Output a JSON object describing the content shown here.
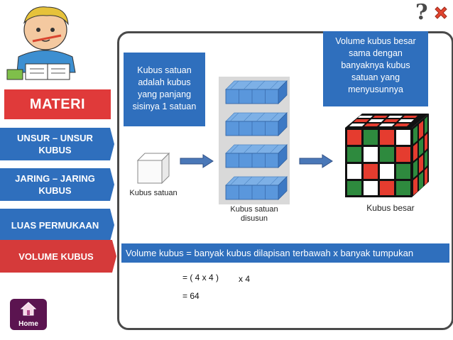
{
  "nav": {
    "header": "MATERI",
    "items": [
      {
        "label": "UNSUR – UNSUR KUBUS",
        "active": false
      },
      {
        "label": "JARING – JARING KUBUS",
        "active": false
      },
      {
        "label": "LUAS PERMUKAAN",
        "active": false
      },
      {
        "label": "VOLUME KUBUS",
        "active": true
      }
    ],
    "home_label": "Home"
  },
  "callouts": {
    "unit": "Kubus satuan adalah kubus yang panjang sisinya 1 satuan",
    "big": "Volume kubus besar sama dengan banyaknya kubus satuan yang menyusunnya"
  },
  "captions": {
    "unit_cube": "Kubus satuan",
    "stacked": "Kubus satuan disusun",
    "big_cube": "Kubus besar"
  },
  "formula": "Volume kubus = banyak kubus dilapisan terbawah x banyak tumpukan",
  "calc": {
    "line1_a": "= ( 4 x 4 )",
    "line1_b": "x 4",
    "line2": "= 64"
  },
  "colors": {
    "nav_blue": "#2f6fbd",
    "active_red": "#d53a3a",
    "home_purple": "#5b1450"
  },
  "icons": [
    "help-icon",
    "close-icon",
    "home-icon",
    "arrow-right-icon"
  ]
}
